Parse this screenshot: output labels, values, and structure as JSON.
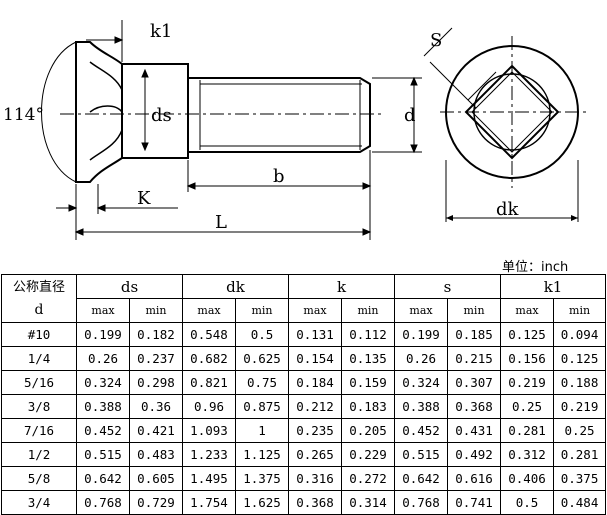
{
  "drawing": {
    "label_k1": "k1",
    "label_angle": "114°",
    "label_ds": "ds",
    "label_d": "d",
    "label_b": "b",
    "label_K": "K",
    "label_L": "L",
    "label_S": "S",
    "label_dk": "dk"
  },
  "unit_note": "单位：inch",
  "table": {
    "d_header_top": "公称直径",
    "d_header_bottom": "d",
    "groups": [
      "ds",
      "dk",
      "k",
      "s",
      "k1"
    ],
    "sub": [
      "max",
      "min"
    ],
    "rows": [
      {
        "d": "#10",
        "v": [
          "0.199",
          "0.182",
          "0.548",
          "0.5",
          "0.131",
          "0.112",
          "0.199",
          "0.185",
          "0.125",
          "0.094"
        ]
      },
      {
        "d": "1/4",
        "v": [
          "0.26",
          "0.237",
          "0.682",
          "0.625",
          "0.154",
          "0.135",
          "0.26",
          "0.215",
          "0.156",
          "0.125"
        ]
      },
      {
        "d": "5/16",
        "v": [
          "0.324",
          "0.298",
          "0.821",
          "0.75",
          "0.184",
          "0.159",
          "0.324",
          "0.307",
          "0.219",
          "0.188"
        ]
      },
      {
        "d": "3/8",
        "v": [
          "0.388",
          "0.36",
          "0.96",
          "0.875",
          "0.212",
          "0.183",
          "0.388",
          "0.368",
          "0.25",
          "0.219"
        ]
      },
      {
        "d": "7/16",
        "v": [
          "0.452",
          "0.421",
          "1.093",
          "1",
          "0.235",
          "0.205",
          "0.452",
          "0.431",
          "0.281",
          "0.25"
        ]
      },
      {
        "d": "1/2",
        "v": [
          "0.515",
          "0.483",
          "1.233",
          "1.125",
          "0.265",
          "0.229",
          "0.515",
          "0.492",
          "0.312",
          "0.281"
        ]
      },
      {
        "d": "5/8",
        "v": [
          "0.642",
          "0.605",
          "1.495",
          "1.375",
          "0.316",
          "0.272",
          "0.642",
          "0.616",
          "0.406",
          "0.375"
        ]
      },
      {
        "d": "3/4",
        "v": [
          "0.768",
          "0.729",
          "1.754",
          "1.625",
          "0.368",
          "0.314",
          "0.768",
          "0.741",
          "0.5",
          "0.484"
        ]
      }
    ]
  }
}
